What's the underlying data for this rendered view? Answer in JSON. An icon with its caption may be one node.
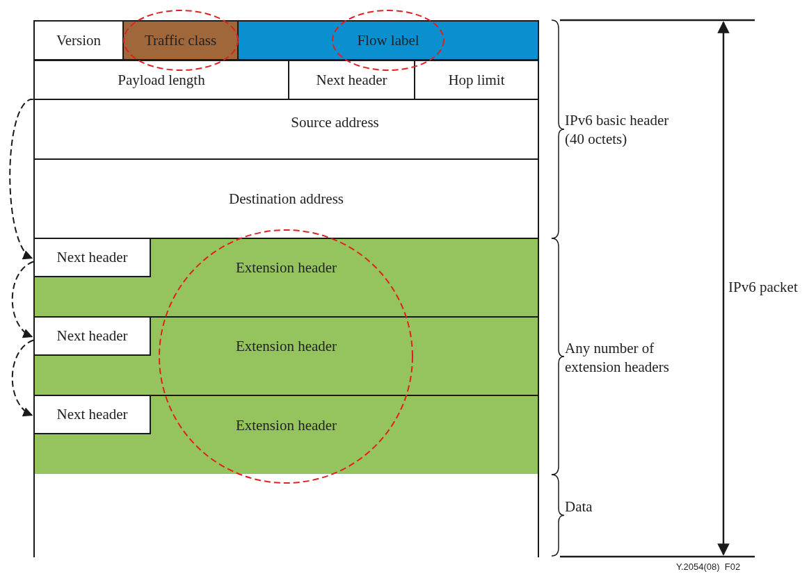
{
  "diagram": {
    "nodes": [
      {
        "text": [
          "Version"
        ]
      },
      {
        "text": [
          "Traffic class"
        ]
      },
      {
        "text": [
          "Flow label"
        ]
      },
      {
        "text": [
          "Payload length"
        ]
      },
      {
        "text": [
          "Next header"
        ]
      },
      {
        "text": [
          "Hop limit"
        ]
      },
      {
        "text": [
          "Source address"
        ]
      },
      {
        "text": [
          "Destination address"
        ]
      },
      {
        "text": [
          "Extension header"
        ]
      },
      {
        "text": [
          "Next header"
        ],
        "in": 8
      },
      {
        "text": [
          "Extension header"
        ]
      },
      {
        "text": [
          "Next header"
        ],
        "in": 10
      },
      {
        "text": [
          "Extension header"
        ]
      },
      {
        "text": [
          "Next header"
        ],
        "in": 12
      },
      {
        "text": [],
        "shape": "box"
      }
    ],
    "edges": [
      {
        "from": 4,
        "to": 9,
        "arrow": "to",
        "style": "dashed"
      },
      {
        "from": 9,
        "to": 11,
        "arrow": "to",
        "style": "dashed"
      },
      {
        "from": 11,
        "to": 13,
        "arrow": "to",
        "style": "dashed"
      }
    ],
    "labels": [
      "IPv6 basic header (40 octets)",
      "Any number of extension headers",
      "Data",
      "IPv6 packet",
      "Y.2054(08)  F02"
    ]
  }
}
